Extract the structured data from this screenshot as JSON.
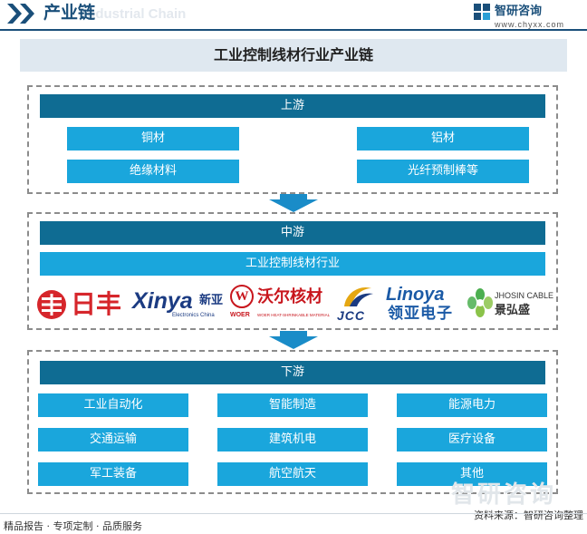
{
  "header": {
    "title": "产业链",
    "subtitle_watermark": "Industrial Chain",
    "brand_name": "智研咨询",
    "brand_url": "www.chyxx.com"
  },
  "banner_title": "工业控制线材行业产业链",
  "upstream": {
    "label": "上游",
    "items": [
      "铜材",
      "铝材",
      "绝缘材料",
      "光纤预制棒等"
    ]
  },
  "midstream": {
    "label": "中游",
    "industry": "工业控制线材行业",
    "logos": [
      {
        "name": "日丰",
        "color": "#d6262b"
      },
      {
        "name": "Xinya",
        "sub": "新亚",
        "sub2": "Electronics China",
        "color": "#1b3b82"
      },
      {
        "name": "沃尔核材",
        "mark": "W",
        "mark_text": "WOER",
        "sub": "WOER HEAT-SHRINKABLE MATERIAL",
        "color": "#c8161d"
      },
      {
        "name": "JCC",
        "color": "#1b3b82",
        "accent": "#e5a712"
      },
      {
        "name": "Linoya",
        "sub": "领亚电子",
        "color": "#1b5aa6"
      },
      {
        "name": "JHOSIN CABLE",
        "sub": "景弘盛",
        "color": "#333333",
        "accent": "#4caf50"
      }
    ]
  },
  "downstream": {
    "label": "下游",
    "items": [
      "工业自动化",
      "智能制造",
      "能源电力",
      "交通运输",
      "建筑机电",
      "医疗设备",
      "军工装备",
      "航空航天",
      "其他"
    ]
  },
  "footer": {
    "left": "精品报告 · 专项定制 · 品质服务",
    "right": "资料来源：智研咨询整理",
    "watermark": "智研咨询"
  },
  "colors": {
    "primary_bar": "#0f6c93",
    "light_bar": "#1aa6dc",
    "header_blue": "#1a4f7a"
  }
}
